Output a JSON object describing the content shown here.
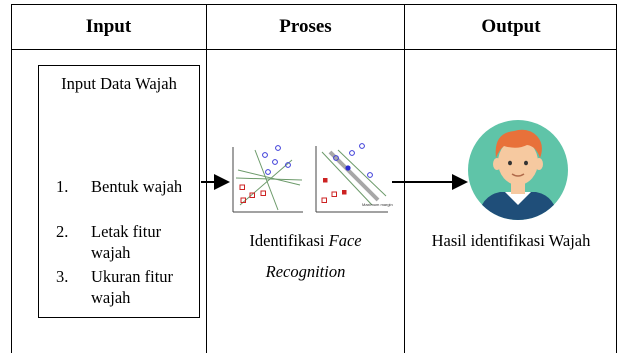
{
  "headers": {
    "input": "Input",
    "proses": "Proses",
    "output": "Output"
  },
  "input": {
    "title": "Input Data Wajah",
    "items": [
      {
        "num": "1.",
        "text": "Bentuk wajah"
      },
      {
        "num": "2.",
        "text": "Letak fitur wajah"
      },
      {
        "num": "3.",
        "text": "Ukuran fitur wajah"
      }
    ]
  },
  "proses": {
    "caption_plain": "Identifikasi",
    "caption_italic_1": "Face",
    "caption_italic_2": "Recognition",
    "svm_label": "Maximum margin"
  },
  "output": {
    "caption": "Hasil identifikasi Wajah",
    "avatar_colors": {
      "background": "#5fc4a8",
      "hair": "#e8713a",
      "skin": "#f6c9a0",
      "shirt": "#1f4e79"
    }
  }
}
